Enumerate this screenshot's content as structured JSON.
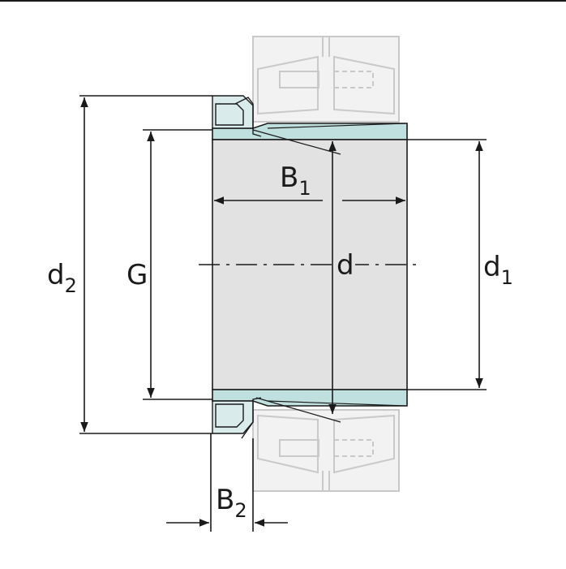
{
  "labels": {
    "d2": {
      "main": "d",
      "sub": "2"
    },
    "g": {
      "main": "G"
    },
    "b1": {
      "main": "B",
      "sub": "1"
    },
    "d": {
      "main": "d"
    },
    "d1": {
      "main": "d",
      "sub": "1"
    },
    "b2": {
      "main": "B",
      "sub": "2"
    }
  },
  "colors": {
    "sleeve": "#e2e2e2",
    "teal": "#bfe0df",
    "ghost_bearing": "#f2f2f2",
    "line": "#1a1a1a"
  }
}
